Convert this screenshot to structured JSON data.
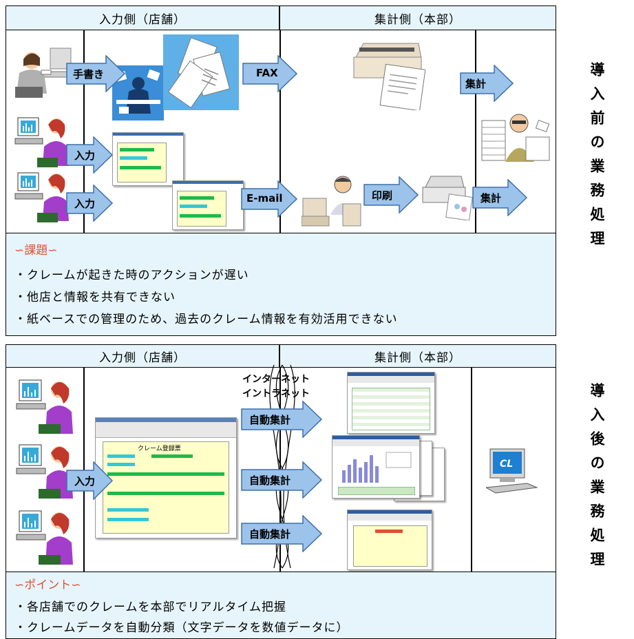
{
  "before": {
    "header_input": "入力側（店舗）",
    "header_aggregate": "集計側（本部）",
    "side_label": "導入前の業務処理",
    "arrows": {
      "handwritten": "手書き",
      "fax": "FAX",
      "aggregate_top": "集計",
      "input_1": "入力",
      "input_2": "入力",
      "email": "E-mail",
      "print": "印刷",
      "aggregate_bottom": "集計"
    },
    "issues": {
      "title": "∽課題∽",
      "items": [
        "・クレームが起きた時のアクションが遅い",
        "・他店と情報を共有できない",
        "・紙ベースでの管理のため、過去のクレーム情報を有効活用できない"
      ]
    }
  },
  "after": {
    "header_input": "入力側（店舗）",
    "header_aggregate": "集計側（本部）",
    "side_label": "導入後の業務処理",
    "network_line1": "インターネット",
    "network_line2": "イントラネット",
    "arrows": {
      "input": "入力",
      "auto_1": "自動集計",
      "auto_2": "自動集計",
      "auto_3": "自動集計"
    },
    "points": {
      "title": "∽ポイント∽",
      "items": [
        "・各店舗でのクレームを本部でリアルタイム把握",
        "・クレームデータを自動分類（文字データを数値データに）"
      ]
    },
    "screen_titles": {
      "form": "クレーム登録票",
      "logo": "CL"
    }
  },
  "colors": {
    "header_bg": "#e6f5fb",
    "arrow_fill": "#9cc3ea",
    "arrow_stroke": "#3f6fa8",
    "issue_title": "#e05030"
  }
}
